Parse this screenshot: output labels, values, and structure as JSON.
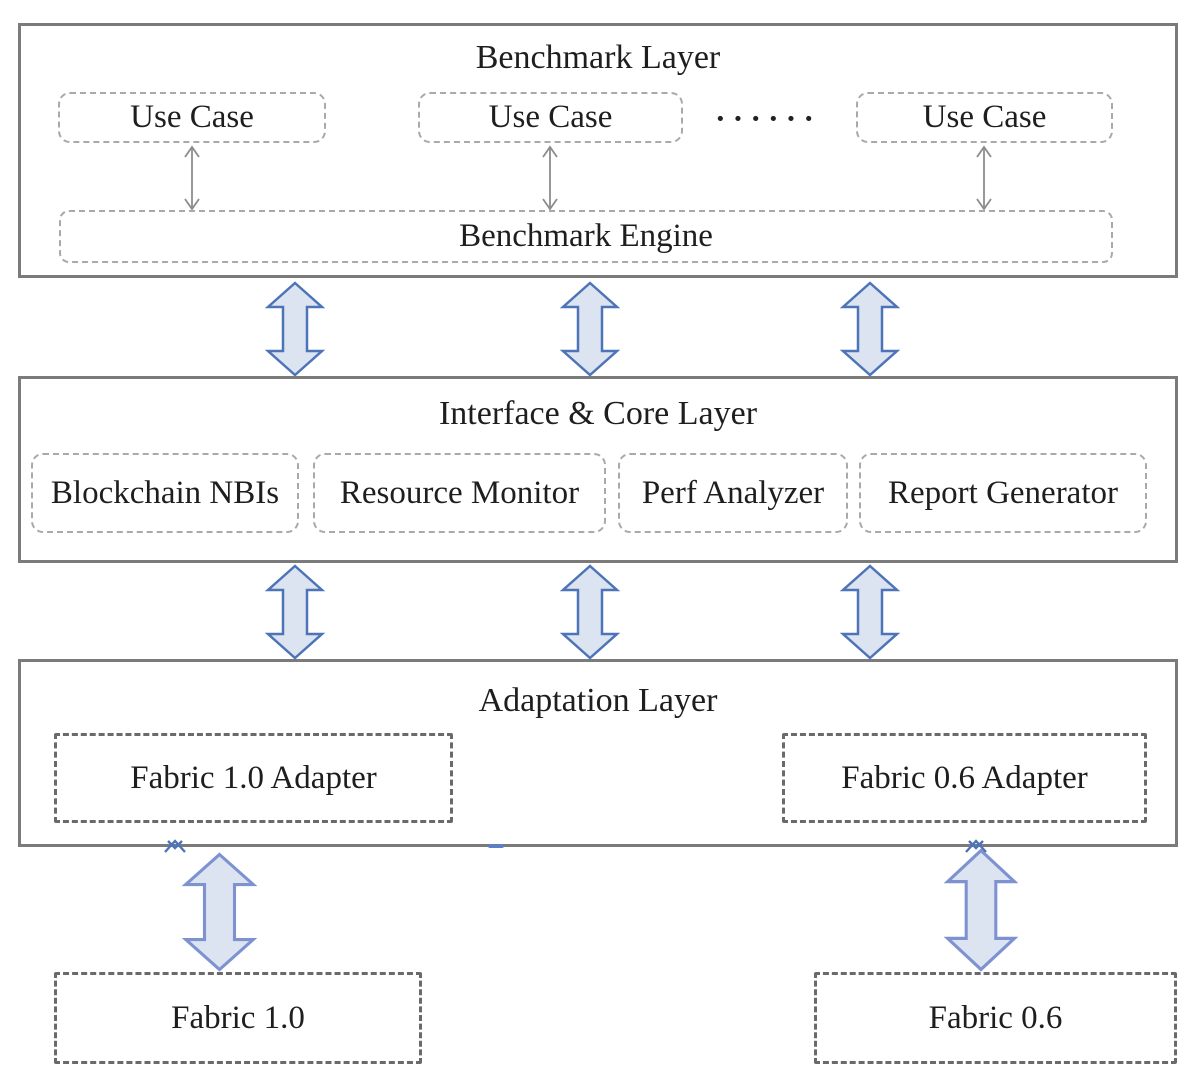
{
  "figure": {
    "benchmark_layer": {
      "title": "Benchmark Layer",
      "use_cases": [
        {
          "label": "Use Case"
        },
        {
          "label": "Use Case"
        },
        {
          "label": "Use Case"
        }
      ],
      "ellipsis": "······",
      "engine_label": "Benchmark Engine"
    },
    "interface_layer": {
      "title": "Interface & Core Layer",
      "modules": [
        {
          "label": "Blockchain NBIs"
        },
        {
          "label": "Resource Monitor"
        },
        {
          "label": "Perf Analyzer"
        },
        {
          "label": "Report Generator"
        }
      ]
    },
    "adaptation_layer": {
      "title": "Adaptation Layer",
      "adapters": [
        {
          "label": "Fabric 1.0 Adapter"
        },
        {
          "label": "Fabric 0.6 Adapter"
        }
      ]
    },
    "external_systems": [
      {
        "label": "Fabric 1.0"
      },
      {
        "label": "Fabric 0.6"
      }
    ],
    "colors": {
      "mid_arrow_fill": "#dde4f1",
      "mid_arrow_stroke": "#4d74b7",
      "bottom_arrow_fill": "#dde4f1",
      "bottom_arrow_stroke": "#7e92d0",
      "layer_border": "#7b7b7b",
      "dashed_light_border": "#a9a9a9",
      "dashed_dark_border": "#6a6a6a",
      "thin_arrow": "#8c8c8c",
      "text": "#1e1e1e"
    }
  }
}
